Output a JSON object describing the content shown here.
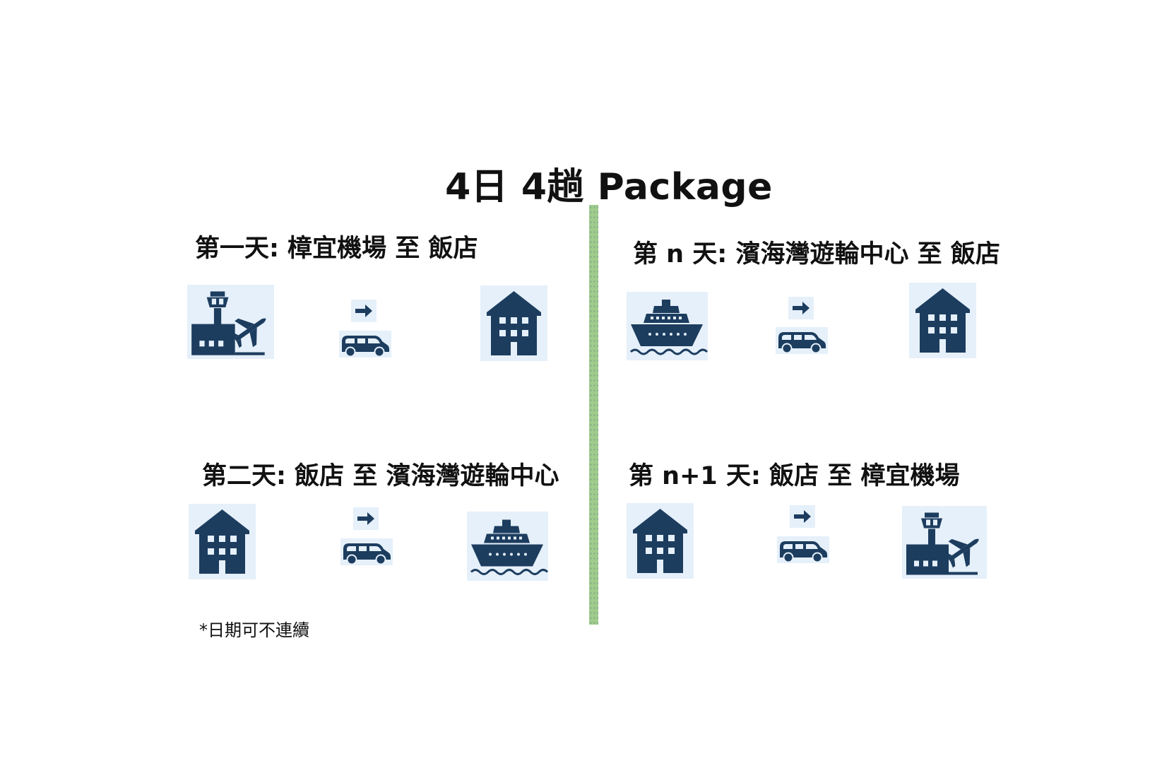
{
  "title": "4日 4趟 Package",
  "sections": [
    {
      "heading": "第一天: 樟宜機場 至 飯店",
      "from_icon": "airport-icon",
      "transport_icon": "van-icon",
      "to_icon": "hotel-building-icon"
    },
    {
      "heading": "第 n 天: 濱海灣遊輪中心 至 飯店",
      "from_icon": "cruise-ship-icon",
      "transport_icon": "van-icon",
      "to_icon": "hotel-building-icon"
    },
    {
      "heading": "第二天: 飯店 至 濱海灣遊輪中心",
      "from_icon": "hotel-building-icon",
      "transport_icon": "van-icon",
      "to_icon": "cruise-ship-icon"
    },
    {
      "heading": "第 n+1 天: 飯店 至 樟宜機場",
      "from_icon": "hotel-building-icon",
      "transport_icon": "van-icon",
      "to_icon": "airport-icon"
    }
  ],
  "note": "*日期可不連續",
  "colors": {
    "icon": "#1d3d5f",
    "tile_background": "#e5f0fa",
    "divider": "#9fcc8c"
  }
}
